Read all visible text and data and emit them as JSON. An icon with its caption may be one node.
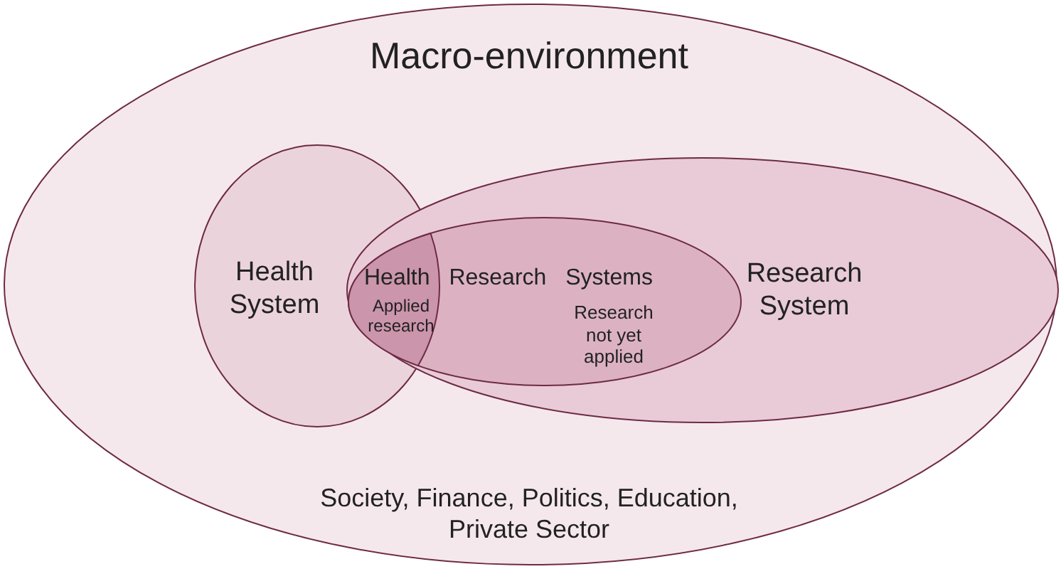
{
  "diagram": {
    "nodes": [
      {
        "text": [
          "Macro-environment",
          "Society, Finance, Politics, Education, Private Sector"
        ]
      },
      {
        "text": [
          "Health System"
        ],
        "in": 0
      },
      {
        "text": [
          "Research System"
        ],
        "in": 0
      },
      {
        "text": [
          "Health Research Systems",
          "Research not yet applied"
        ],
        "in": 2
      },
      {
        "text": [
          "Applied research"
        ]
      }
    ]
  }
}
